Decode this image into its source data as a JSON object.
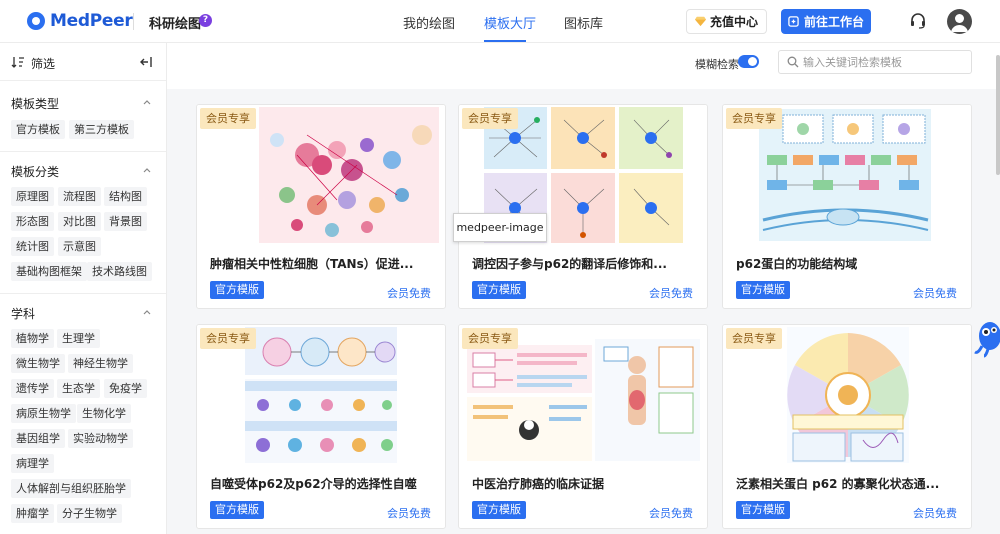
{
  "header": {
    "brand": "MedPeer",
    "product": "科研绘图",
    "help": "?",
    "nav": [
      "我的绘图",
      "模板大厅",
      "图标库"
    ],
    "active_nav": "模板大厅",
    "recharge_label": "充值中心",
    "workspace_label": "前往工作台"
  },
  "sidebar": {
    "filter_label": "筛选",
    "sections": [
      {
        "title": "模板类型",
        "tags": [
          "官方模板",
          "第三方模板"
        ]
      },
      {
        "title": "模板分类",
        "tags": [
          "原理图",
          "流程图",
          "结构图",
          "形态图",
          "对比图",
          "背景图",
          "统计图",
          "示意图",
          "基础构图框架",
          "技术路线图"
        ]
      },
      {
        "title": "学科",
        "tags": [
          "植物学",
          "生理学",
          "微生物学",
          "神经生物学",
          "遗传学",
          "生态学",
          "免疫学",
          "病原生物学",
          "生物化学",
          "基因组学",
          "实验动物学",
          "病理学",
          "人体解剖与组织胚胎学",
          "肿瘤学",
          "分子生物学"
        ]
      }
    ]
  },
  "toolbar": {
    "fuzzy_label": "模糊检索",
    "fuzzy_on": true,
    "search_placeholder": "输入关键词检索模板"
  },
  "cards": [
    {
      "vip": "会员专享",
      "title": "肿瘤相关中性粒细胞（TANs）促进...",
      "badge": "官方模版",
      "price": "会员免费"
    },
    {
      "vip": "会员专享",
      "title": "调控因子参与p62的翻译后修饰和...",
      "badge": "官方模版",
      "price": "会员免费"
    },
    {
      "vip": "会员专享",
      "title": "p62蛋白的功能结构域",
      "badge": "官方模版",
      "price": "会员免费"
    },
    {
      "vip": "会员专享",
      "title": "自噬受体p62及p62介导的选择性自噬",
      "badge": "官方模版",
      "price": "会员免费"
    },
    {
      "vip": "会员专享",
      "title": "中医治疗肺癌的临床证据",
      "badge": "官方模版",
      "price": "会员免费"
    },
    {
      "vip": "会员专享",
      "title": "泛素相关蛋白 p62 的寡聚化状态通...",
      "badge": "官方模版",
      "price": "会员免费"
    }
  ],
  "tooltip": "medpeer-image",
  "colors": {
    "accent": "#2b6ff0",
    "vip_bg": "#fbe7bd",
    "vip_text": "#8a5a14"
  }
}
